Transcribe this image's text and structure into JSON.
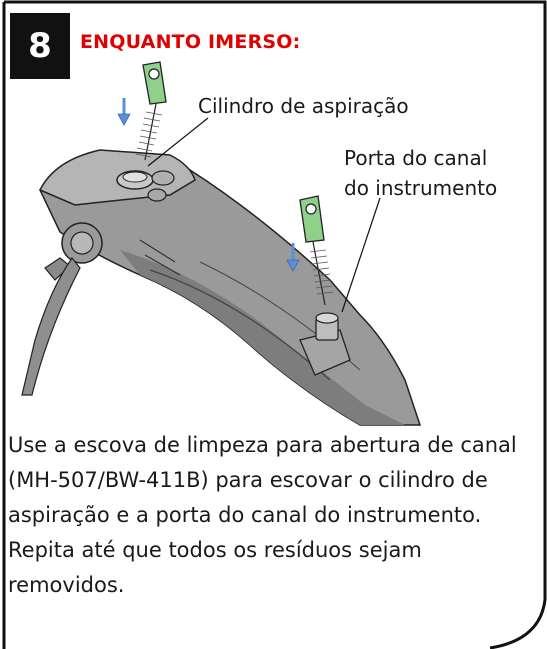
{
  "step": {
    "number": "8",
    "title": "ENQUANTO IMERSO:"
  },
  "callouts": {
    "suction_cylinder": "Cilindro de aspiração",
    "instrument_port_line1": "Porta do canal",
    "instrument_port_line2": "do instrumento"
  },
  "instructions": {
    "paragraph1": "Use a escova de limpeza para abertura de canal (MH-507/BW-411B) para escovar o cilindro de aspiração e a porta do canal do instrumento.",
    "paragraph2": "Repita até que todos os resíduos sejam removidos."
  },
  "colors": {
    "title_red": "#e00000",
    "badge_black": "#111111",
    "brush_green": "#8fd08a",
    "arrow_blue": "#5b8fd6",
    "scope_gray": "#8c8c8c"
  },
  "icons": [
    "down-arrow-icon",
    "cleaning-brush-icon"
  ]
}
